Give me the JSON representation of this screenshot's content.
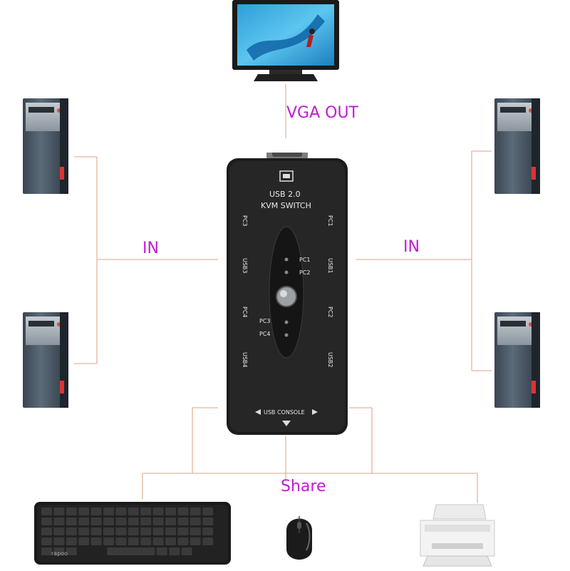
{
  "labels": {
    "vga_out": "VGA OUT",
    "in_left": "IN",
    "in_right": "IN",
    "share": "Share"
  },
  "kvm": {
    "title_line1": "USB 2.0",
    "title_line2": "KVM SWITCH",
    "pc1": "PC1",
    "pc2": "PC2",
    "pc3": "PC3",
    "pc4": "PC4",
    "usb1": "USB1",
    "usb2": "USB2",
    "usb3": "USB3",
    "usb4": "USB4",
    "side_pc1": "PC1",
    "side_pc2": "PC2",
    "side_pc3": "PC3",
    "side_pc4": "PC4",
    "console": "USB CONSOLE"
  },
  "keyboard_brand": "rapoo",
  "colors": {
    "label": "#c21ad4",
    "wire": "#e8b49a",
    "kvm_body": "#1c1c1c"
  },
  "icons": [
    "monitor-icon",
    "computer-tower-icon",
    "kvm-switch-icon",
    "keyboard-icon",
    "mouse-icon",
    "printer-icon"
  ]
}
